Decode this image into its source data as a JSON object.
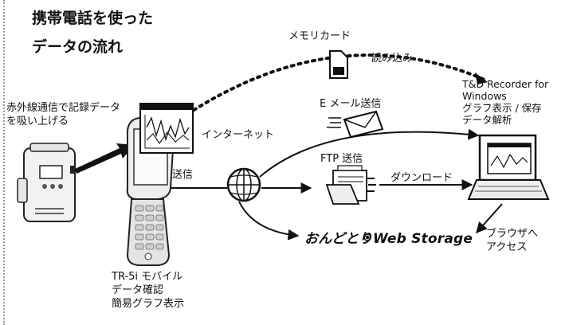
{
  "title": {
    "line1": "携帯電話を使った",
    "line2": "データの流れ"
  },
  "labels": {
    "ir_line1": "赤外線通信で記録データ",
    "ir_line2": "を吸い上げる",
    "memory_card": "メモリカード",
    "read_in": "読み込み",
    "email_send": "E メール送信",
    "internet": "インターネット",
    "send": "送信",
    "ftp_send": "FTP 送信",
    "download": "ダウンロード",
    "pc_line1": "T&D Recorder for",
    "pc_line2": "Windows",
    "pc_line3": "グラフ表示 / 保存",
    "pc_line4": "データ解析",
    "browser_line1": "ブラウザへ",
    "browser_line2": "アクセス",
    "phone_line1": "TR-5i モバイル",
    "phone_line2": "データ確認",
    "phone_line3": "簡易グラフ表示",
    "storage_brand": "おんどとり",
    "storage_service": "Web Storage"
  }
}
